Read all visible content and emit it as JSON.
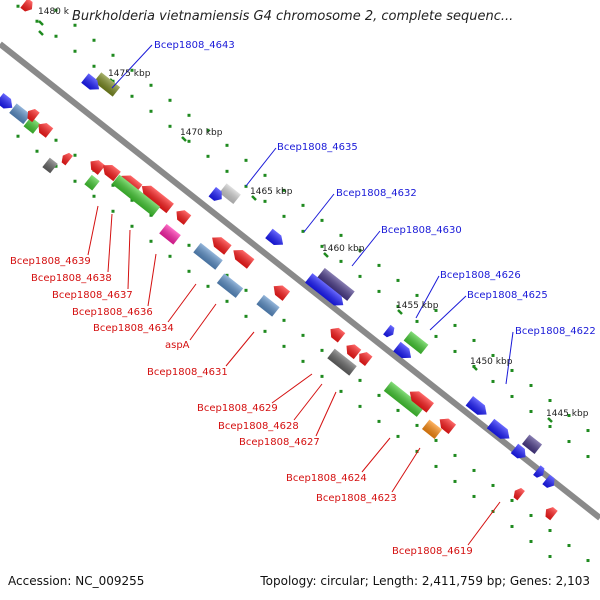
{
  "title": "Burkholderia vietnamiensis G4 chromosome 2, complete sequenc...",
  "footer": {
    "accession": "Accession: NC_009255",
    "summary": "Topology: circular; Length: 2,411,759 bp; Genes: 2,103"
  },
  "ticks": [
    "1480 k",
    "1475 kbp",
    "1470 kbp",
    "1465 kbp",
    "1460 kbp",
    "1455 kbp",
    "1450 kbp",
    "1445 kbp"
  ],
  "labels_top": [
    "Bcep1808_4643",
    "Bcep1808_4635",
    "Bcep1808_4632",
    "Bcep1808_4630",
    "Bcep1808_4626",
    "Bcep1808_4625",
    "Bcep1808_4622"
  ],
  "labels_bottom": [
    "Bcep1808_4639",
    "Bcep1808_4638",
    "Bcep1808_4637",
    "Bcep1808_4636",
    "Bcep1808_4634",
    "aspA",
    "Bcep1808_4631",
    "Bcep1808_4629",
    "Bcep1808_4628",
    "Bcep1808_4627",
    "Bcep1808_4624",
    "Bcep1808_4623",
    "Bcep1808_4619"
  ],
  "colors": {
    "backbone": "#8a8a8a",
    "tick": "#1f8a1f",
    "red": "#ff1a1a",
    "blue": "#1a1aff",
    "green": "#44cc33",
    "steelblue": "#5b8fc8",
    "olive": "#7a8a20",
    "darkslate": "#4a3a8a",
    "gray": "#666666",
    "lightgray": "#cfcfcf",
    "magenta": "#ff22aa",
    "orange": "#ff8c10",
    "label_top": "#1a1ad8",
    "label_bottom": "#d41010"
  }
}
